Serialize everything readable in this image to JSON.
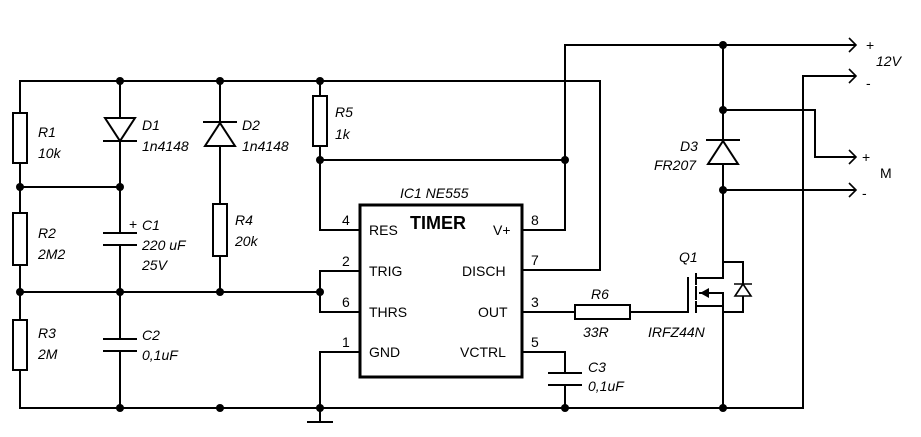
{
  "ic": {
    "ref": "IC1 NE555",
    "title": "TIMER",
    "pins": [
      {
        "num": "4",
        "name": "RES"
      },
      {
        "num": "2",
        "name": "TRIG"
      },
      {
        "num": "6",
        "name": "THRS"
      },
      {
        "num": "1",
        "name": "GND"
      },
      {
        "num": "8",
        "name": "V+"
      },
      {
        "num": "7",
        "name": "DISCH"
      },
      {
        "num": "3",
        "name": "OUT"
      },
      {
        "num": "5",
        "name": "VCTRL"
      }
    ]
  },
  "components": {
    "r1": {
      "ref": "R1",
      "value": "10k"
    },
    "r2": {
      "ref": "R2",
      "value": "2M2"
    },
    "r3": {
      "ref": "R3",
      "value": "2M"
    },
    "d1": {
      "ref": "D1",
      "value": "1n4148"
    },
    "d2": {
      "ref": "D2",
      "value": "1n4148"
    },
    "c1": {
      "ref": "C1",
      "value": "220 uF",
      "voltage": "25V",
      "polarity": "+"
    },
    "c2": {
      "ref": "C2",
      "value": "0,1uF"
    },
    "r4": {
      "ref": "R4",
      "value": "20k"
    },
    "r5": {
      "ref": "R5",
      "value": "1k"
    },
    "r6": {
      "ref": "R6",
      "value": "33R"
    },
    "c3": {
      "ref": "C3",
      "value": "0,1uF"
    },
    "d3": {
      "ref": "D3",
      "value": "FR207"
    },
    "q1": {
      "ref": "Q1",
      "value": "IRFZ44N"
    }
  },
  "terminals": {
    "supply_plus": "+",
    "supply_minus": "-",
    "supply_label": "12V",
    "motor_plus": "+",
    "motor_minus": "-",
    "motor_label": "M"
  }
}
